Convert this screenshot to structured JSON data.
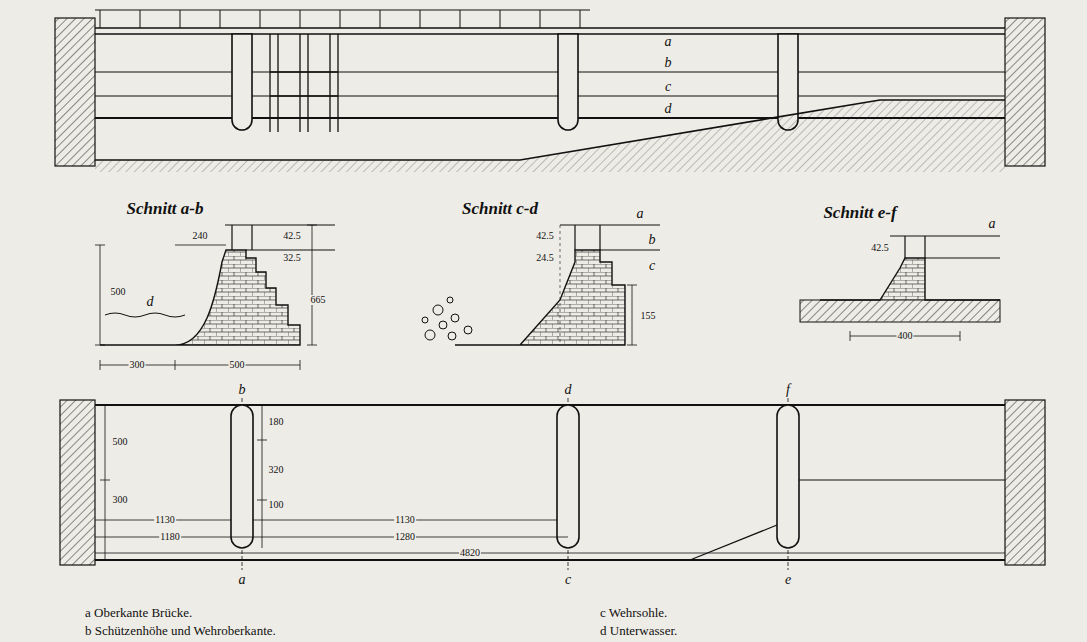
{
  "diagram": {
    "labels": [
      "a",
      "b",
      "c",
      "d",
      "Schnitt a-b",
      "500",
      "42.5",
      "32.5",
      "240",
      "665",
      "d",
      "300",
      "500",
      "Schnitt c-d",
      "a",
      "b",
      "c",
      "42.5",
      "24.5",
      "155",
      "Schnitt e-f",
      "a",
      "42.5",
      "400",
      "b",
      "a",
      "d",
      "c",
      "f",
      "e",
      "500",
      "300",
      "1130",
      "1180",
      "100",
      "180",
      "320",
      "1130",
      "1280",
      "4820"
    ],
    "legend": [
      {
        "text": "a Oberkante Brücke."
      },
      {
        "text": "b Schützenhöhe und Wehroberkante."
      },
      {
        "text": "c Wehrsohle."
      },
      {
        "text": "d Unterwasser."
      }
    ]
  }
}
